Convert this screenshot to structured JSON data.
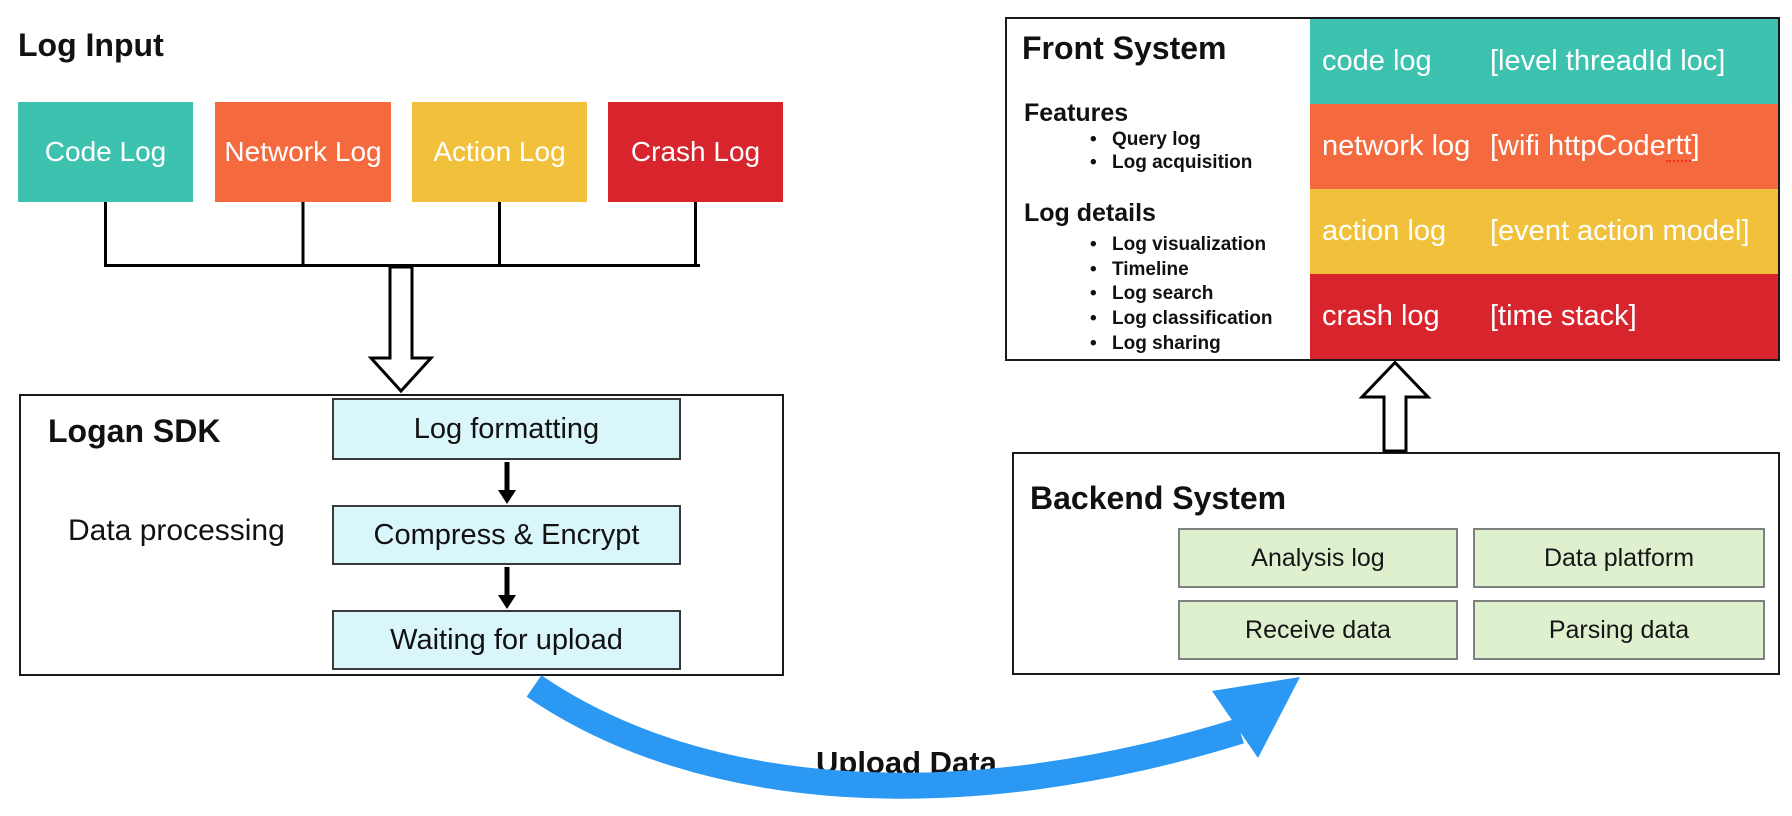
{
  "palette": {
    "teal": "#3EC2B0",
    "orange": "#F5693E",
    "yellow": "#F2C13C",
    "red": "#D7242D",
    "process_fill": "#D9F6FA",
    "backend_fill": "#DFF0CF",
    "upload_arrow_blue": "#2B99F3",
    "squiggle_red": "#ff2a1e"
  },
  "log_input": {
    "title": "Log Input",
    "boxes": [
      {
        "label": "Code Log"
      },
      {
        "label": "Network Log"
      },
      {
        "label": "Action Log"
      },
      {
        "label": "Crash Log"
      }
    ]
  },
  "logan_sdk": {
    "title": "Logan SDK",
    "side_label": "Data processing",
    "steps": [
      "Log formatting",
      "Compress & Encrypt",
      "Waiting for upload"
    ]
  },
  "upload": {
    "label": "Upload Data"
  },
  "front_system": {
    "title": "Front System",
    "features": {
      "heading": "Features",
      "items": [
        "Query log",
        "Log acquisition"
      ]
    },
    "log_details": {
      "heading": "Log details",
      "items": [
        "Log visualization",
        "Timeline",
        "Log search",
        "Log classification",
        "Log sharing"
      ]
    },
    "rows": [
      {
        "name": "code log",
        "detail_pre": "[level threadId loc]",
        "squiggle": "",
        "detail_post": ""
      },
      {
        "name": "network log",
        "detail_pre": "[wifi httpCode ",
        "squiggle": "rtt",
        "detail_post": "]"
      },
      {
        "name": "action log",
        "detail_pre": "[event action model]",
        "squiggle": "",
        "detail_post": ""
      },
      {
        "name": "crash log",
        "detail_pre": "[time stack]",
        "squiggle": "",
        "detail_post": ""
      }
    ]
  },
  "backend_system": {
    "title": "Backend System",
    "boxes": [
      "Analysis log",
      "Data platform",
      "Receive data",
      "Parsing data"
    ]
  }
}
